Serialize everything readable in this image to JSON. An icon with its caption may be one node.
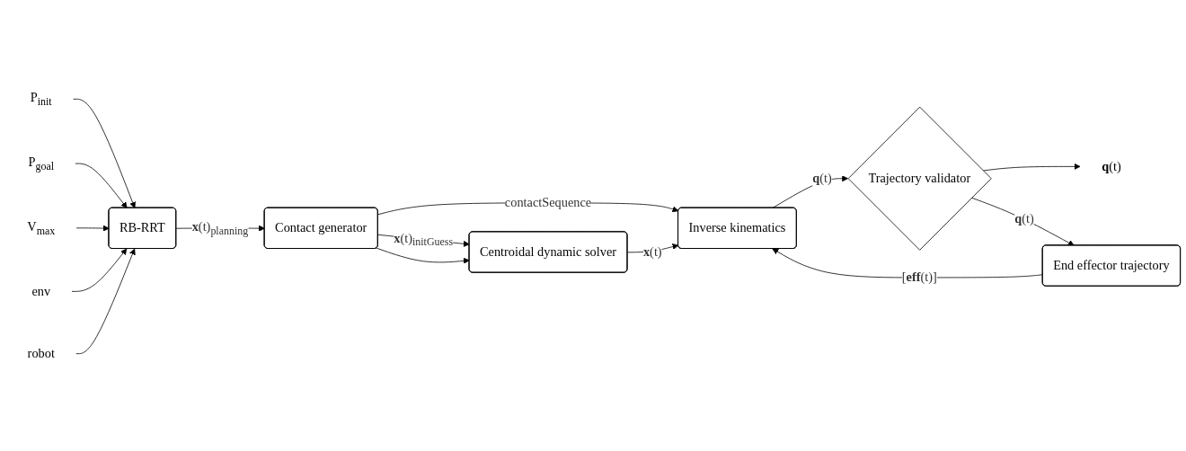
{
  "diagram": {
    "nodes": [
      {
        "text": [
          "P$_{init}$"
        ]
      },
      {
        "text": [
          "P$_{goal}$"
        ]
      },
      {
        "text": [
          "V$_{max}$"
        ]
      },
      {
        "text": [
          "RB-RRT"
        ]
      },
      {
        "text": [
          "env"
        ]
      },
      {
        "text": [
          "robot"
        ]
      },
      {
        "text": [
          "Contact generator"
        ]
      },
      {
        "text": [
          "Centroidal dynamic solver"
        ]
      },
      {
        "text": [
          "Inverse kinematics"
        ]
      },
      {
        "text": [
          "Trajectory validator"
        ]
      },
      {
        "text": [
          "**q**(t)"
        ]
      },
      {
        "text": [
          "End effector trajectory"
        ]
      }
    ],
    "edges": [
      {
        "from": 0,
        "to": 3,
        "arrow": "to"
      },
      {
        "from": 1,
        "to": 3,
        "arrow": "to"
      },
      {
        "from": 2,
        "to": 3,
        "arrow": "to"
      },
      {
        "from": 4,
        "to": 3,
        "arrow": "to"
      },
      {
        "from": 5,
        "to": 3,
        "arrow": "to"
      },
      {
        "from": 3,
        "to": 6,
        "arrow": "to",
        "label": "**x**(t)$_{planning}$"
      },
      {
        "from": 6,
        "to": 7,
        "arrow": "to",
        "label": "**x**(t)$_{initGuess}$"
      },
      {
        "from": 6,
        "to": 8,
        "arrow": "to",
        "label": "contactSequence"
      },
      {
        "from": 6,
        "to": 7,
        "arrow": "to"
      },
      {
        "from": 7,
        "to": 8,
        "arrow": "to",
        "label": "**x**(t)"
      },
      {
        "from": 8,
        "to": 9,
        "arrow": "to",
        "label": "**q**(t)"
      },
      {
        "from": 9,
        "to": 10,
        "arrow": "to"
      },
      {
        "from": 9,
        "to": 11,
        "arrow": "to",
        "label": "**q**(t)"
      },
      {
        "from": 11,
        "to": 8,
        "arrow": "to",
        "label": "[**eff**(t)]"
      }
    ]
  }
}
